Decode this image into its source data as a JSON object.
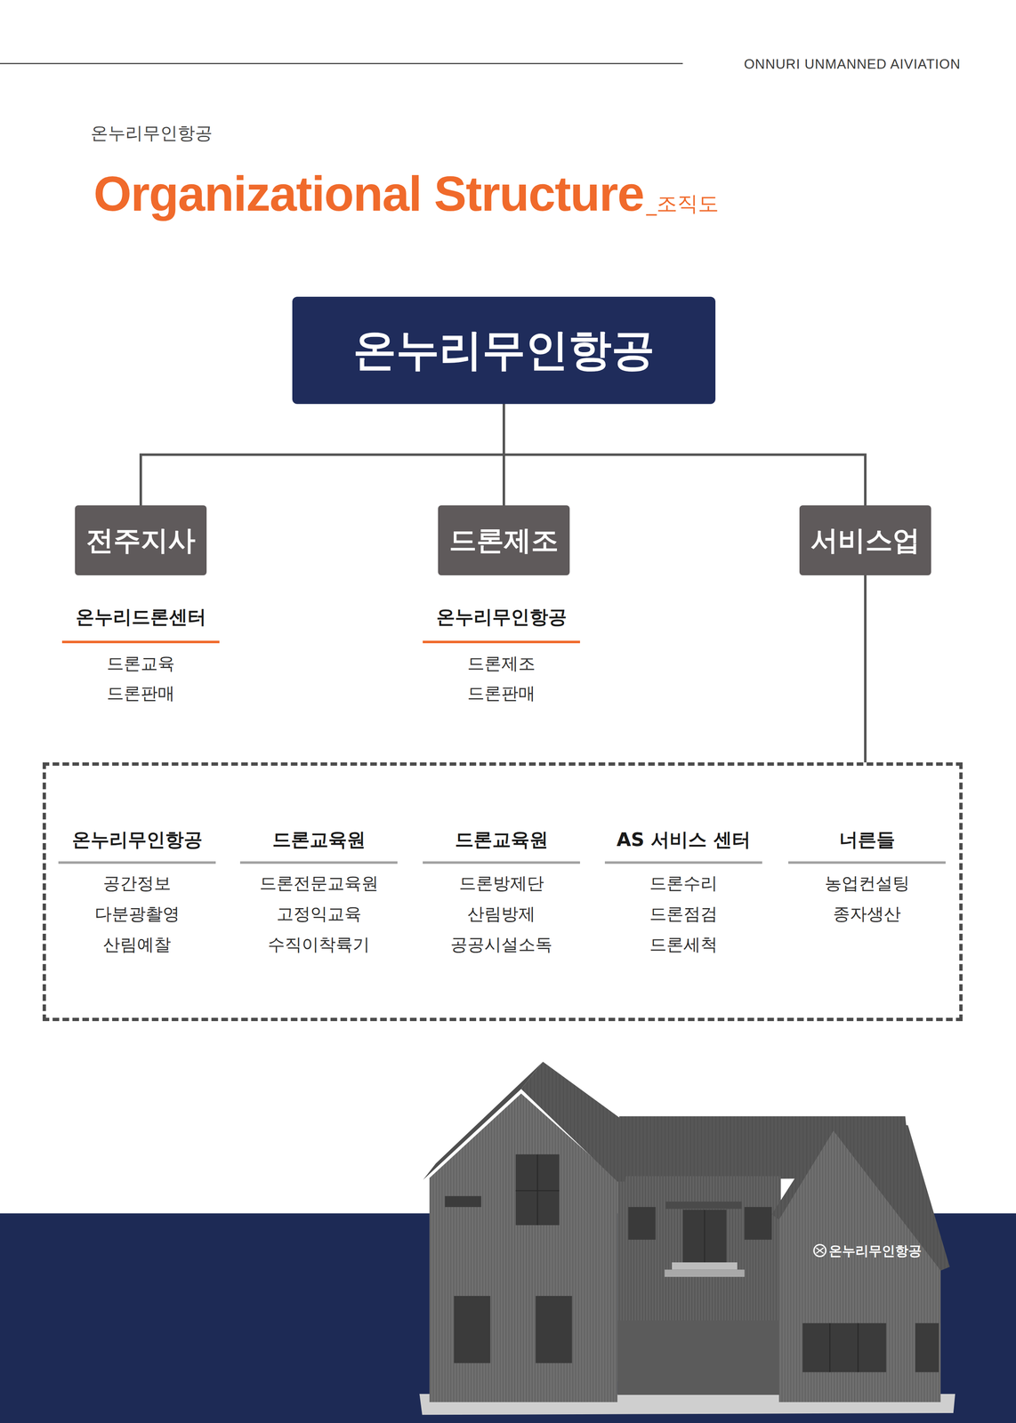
{
  "diagram": {
    "title": "Organizational Structure",
    "nodes": [
      {
        "text": [
          "온누리무인항공"
        ]
      },
      {
        "text": [
          "전주지사"
        ]
      },
      {
        "text": [
          "드론제조"
        ]
      },
      {
        "text": [
          "서비스업"
        ]
      },
      {
        "text": [
          "온누리드론센터",
          "드론교육",
          "드론판매"
        ]
      },
      {
        "text": [
          "온누리무인항공",
          "드론제조",
          "드론판매"
        ]
      },
      {
        "text": []
      },
      {
        "text": [
          "온누리무인항공",
          "공간정보",
          "다분광촬영",
          "산림예찰"
        ],
        "in": 6
      },
      {
        "text": [
          "드론교육원",
          "드론전문교육원",
          "고정익교육",
          "수직이착륙기"
        ],
        "in": 6
      },
      {
        "text": [
          "드론교육원",
          "드론방제단",
          "산림방제",
          "공공시설소독"
        ],
        "in": 6
      },
      {
        "text": [
          "AS 서비스 센터",
          "드론수리",
          "드론점검",
          "드론세척"
        ],
        "in": 6
      },
      {
        "text": [
          "너른들",
          "농업컨설팅",
          "종자생산"
        ],
        "in": 6
      }
    ],
    "edges": [
      {
        "from": 0,
        "to": 1,
        "arrow": "none"
      },
      {
        "from": 0,
        "to": 2,
        "arrow": "none"
      },
      {
        "from": 0,
        "to": 3,
        "arrow": "none"
      },
      {
        "from": 3,
        "to": 6,
        "arrow": "none"
      }
    ],
    "labels": [
      "ONNURI UNMANNED AIVIATION",
      "온누리무인항공",
      "_조직도",
      "온누리무인항공"
    ]
  }
}
